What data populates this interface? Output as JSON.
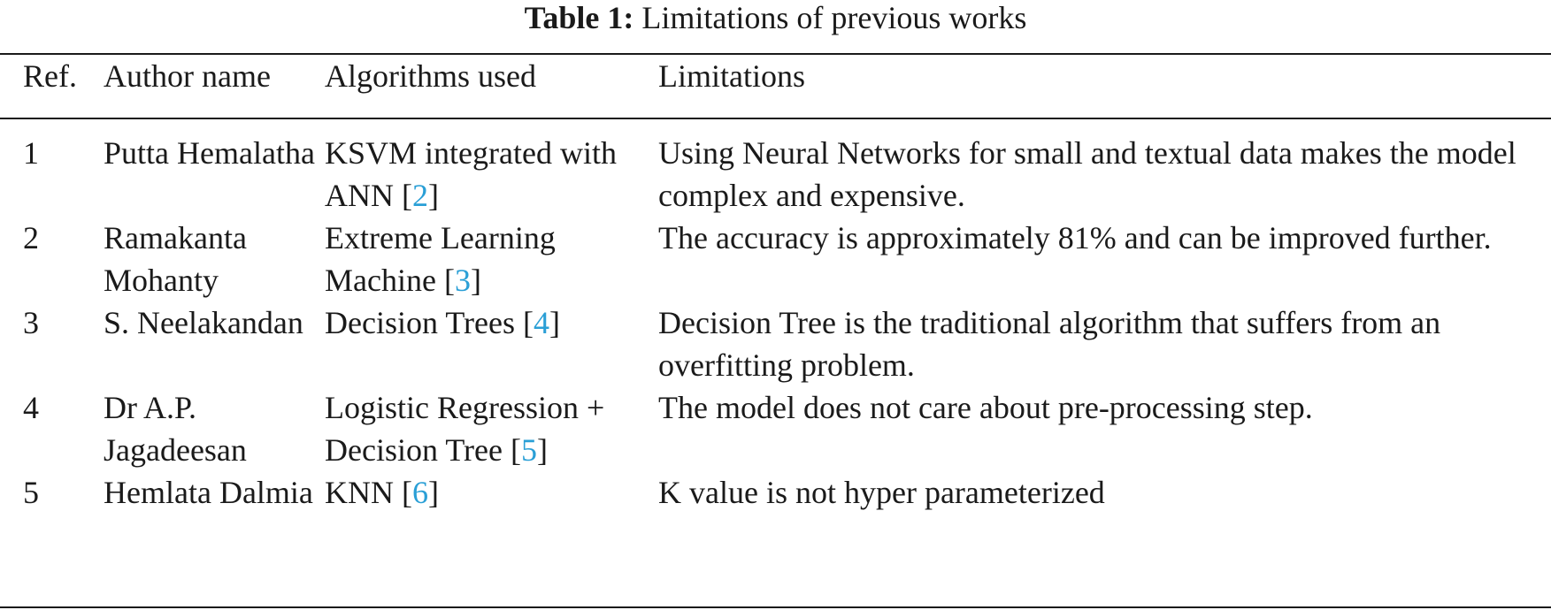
{
  "caption": {
    "label": "Table 1:",
    "text": "Limitations of previous works"
  },
  "colors": {
    "citation": "#2a9fd6",
    "text": "#1a1a1a"
  },
  "table": {
    "headers": [
      "Ref.",
      "Author name",
      "Algorithms used",
      "Limitations"
    ],
    "rows": [
      {
        "ref": "1",
        "author": "Putta Hemalatha",
        "algorithm": "KSVM integrated with ANN",
        "cite": "2",
        "limitation": "Using Neural Networks for small and textual data makes the model complex and expensive."
      },
      {
        "ref": "2",
        "author": "Ramakanta Mohanty",
        "algorithm": "Extreme Learning Machine",
        "cite": "3",
        "limitation": "The accuracy is approximately 81% and can be improved further."
      },
      {
        "ref": "3",
        "author": "S. Neelakandan",
        "algorithm": "Decision Trees",
        "cite": "4",
        "limitation": "Decision Tree is the traditional algorithm that suffers from an overfitting problem."
      },
      {
        "ref": "4",
        "author": "Dr A.P. Jagadeesan",
        "algorithm": "Logistic Regression + Decision Tree",
        "cite": "5",
        "limitation": "The model does not care about pre-processing step."
      },
      {
        "ref": "5",
        "author": "Hemlata Dalmia",
        "algorithm": "KNN",
        "cite": "6",
        "limitation": "K value is not hyper parameterized"
      }
    ]
  }
}
